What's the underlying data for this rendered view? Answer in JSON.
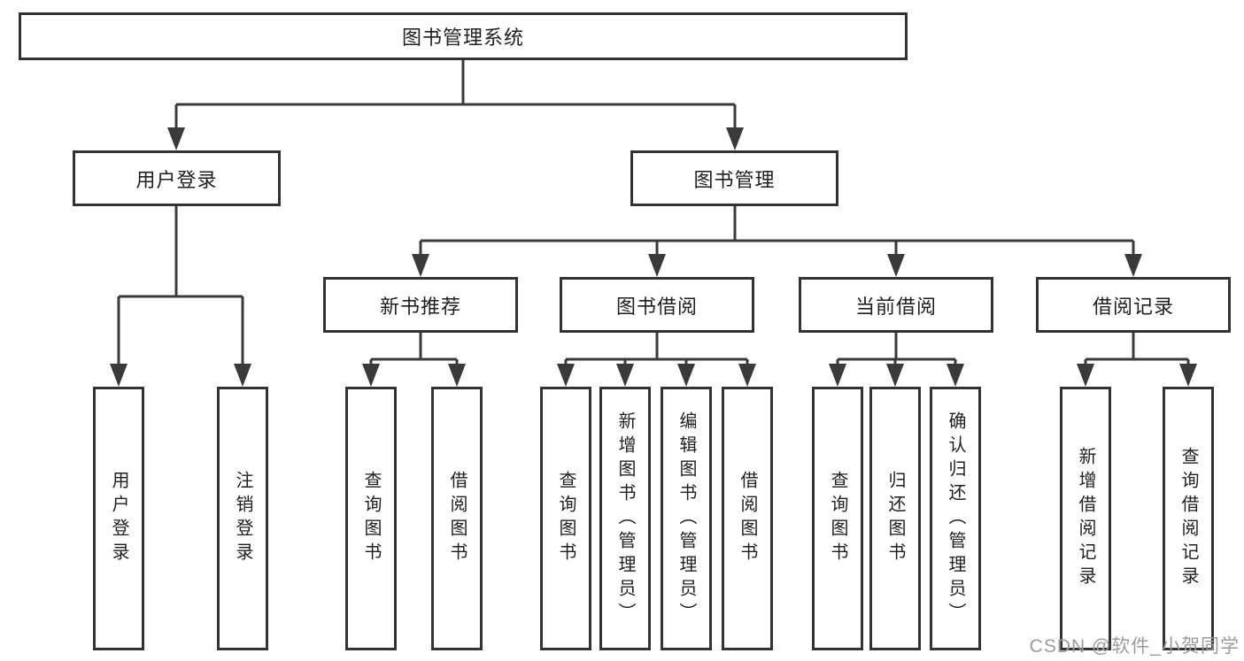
{
  "tree": {
    "label": "图书管理系统",
    "children": [
      {
        "label": "用户登录",
        "children": [
          {
            "label": "用户登录"
          },
          {
            "label": "注销登录"
          }
        ]
      },
      {
        "label": "图书管理",
        "children": [
          {
            "label": "新书推荐",
            "children": [
              {
                "label": "查询图书"
              },
              {
                "label": "借阅图书"
              }
            ]
          },
          {
            "label": "图书借阅",
            "children": [
              {
                "label": "查询图书"
              },
              {
                "label": "新增图书（管理员）"
              },
              {
                "label": "编辑图书（管理员）"
              },
              {
                "label": "借阅图书"
              }
            ]
          },
          {
            "label": "当前借阅",
            "children": [
              {
                "label": "查询图书"
              },
              {
                "label": "归还图书"
              },
              {
                "label": "确认归还（管理员）"
              }
            ]
          },
          {
            "label": "借阅记录",
            "children": [
              {
                "label": "新增借阅记录"
              },
              {
                "label": "查询借阅记录"
              }
            ]
          }
        ]
      }
    ]
  },
  "watermark": {
    "text": "CSDN @软件_小贺同学"
  },
  "colors": {
    "line": "#3a3a3a",
    "box_border": "#333333",
    "text": "#1f1f1f",
    "background": "#ffffff",
    "watermark": "#9c9c9c"
  }
}
